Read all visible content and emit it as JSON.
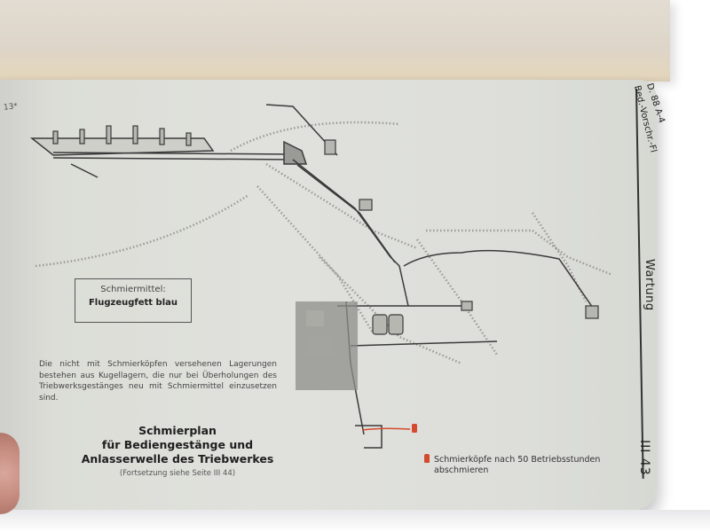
{
  "header": {
    "doc_ref_line1": "D. 88 A-4",
    "doc_ref_line2": "Bed.-Vorschr.-Fl",
    "section": "Wartung",
    "page_number": "III 43",
    "left_page_corner": "13*"
  },
  "lubricant_box": {
    "label": "Schmiermittel:",
    "value": "Flugzeugfett blau"
  },
  "note": "Die nicht mit Schmierköpfen versehenen Lagerungen bestehen aus Kugellagern, die nur bei Überholungen des Triebwerksgestänges neu mit Schmiermittel einzusetzen sind.",
  "title": {
    "line1": "Schmierplan",
    "line2": "für Bediengestänge und",
    "line3": "Anlasserwelle des Triebwerkes",
    "continuation": "(Fortsetzung siehe Seite III 44)"
  },
  "legend": {
    "marker_color": "#d44a2e",
    "line1": "Schmierköpfe nach 50 Betriebsstunden",
    "line2": "abschmieren"
  },
  "diagram": {
    "description": "Isometric line drawing of engine control linkage and starter shaft with lubrication points",
    "accent_color": "#d44a2e"
  }
}
